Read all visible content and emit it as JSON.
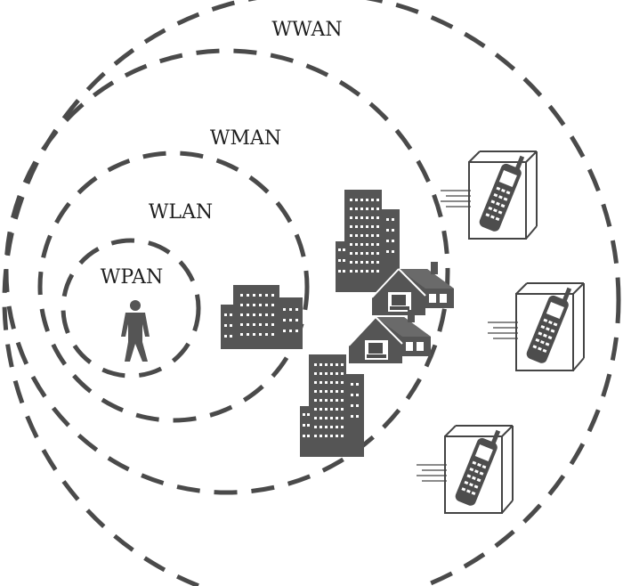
{
  "diagram": {
    "rings": [
      {
        "id": "wpan",
        "label": "WPAN"
      },
      {
        "id": "wlan",
        "label": "WLAN"
      },
      {
        "id": "wman",
        "label": "WMAN"
      },
      {
        "id": "wwan",
        "label": "WWAN"
      }
    ],
    "icons": [
      "person-icon",
      "office-building-icon",
      "skyscraper-icon",
      "house-with-computer-icon",
      "mobile-phone-in-moving-box-icon"
    ],
    "colors": {
      "ring": "#4a4a4a",
      "icon_fill": "#555555",
      "background": "#ffffff"
    }
  }
}
